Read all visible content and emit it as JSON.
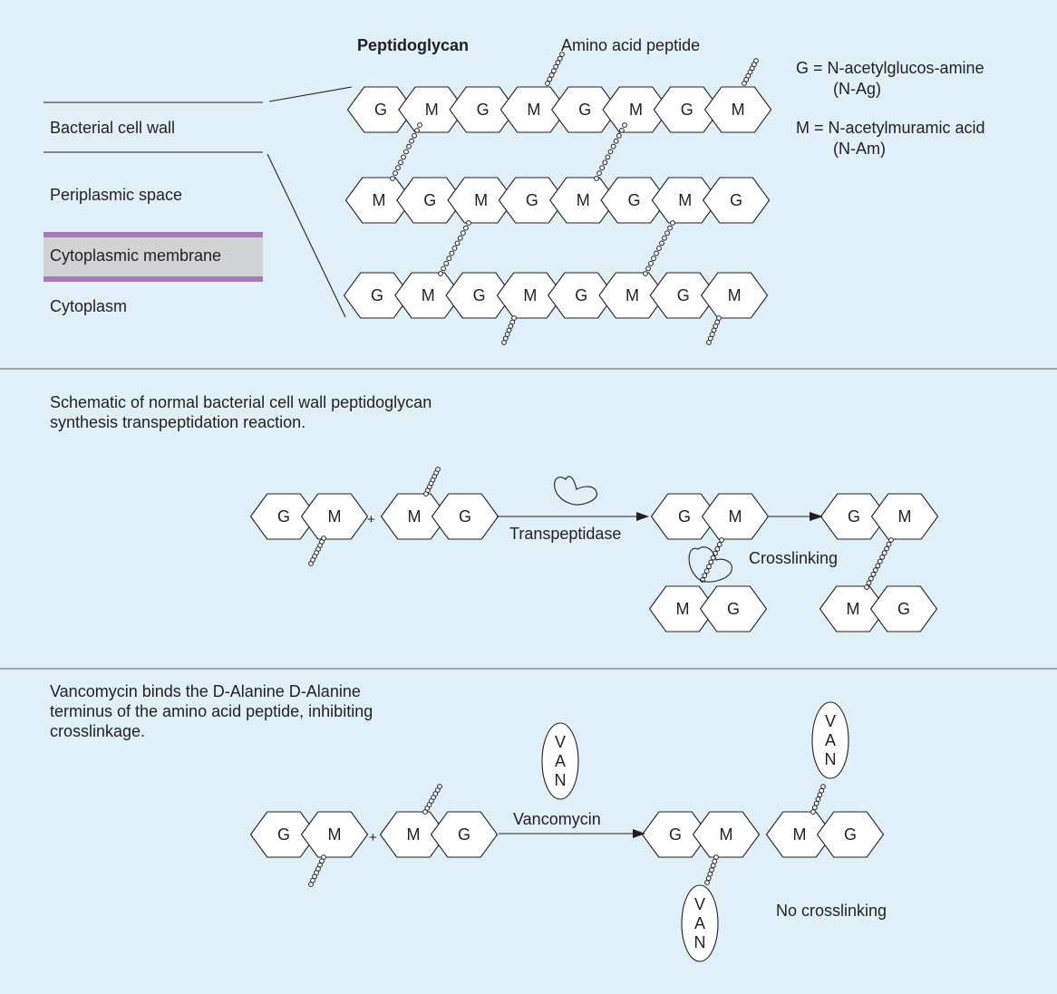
{
  "top_panel": {
    "peptidoglycan_title": "Peptidoglycan",
    "amino_acid_label": "Amino acid peptide",
    "g_definition": "G = N-acetylglucos-amine",
    "g_abbrev": "(N-Ag)",
    "m_definition": "M = N-acetylmuramic acid",
    "m_abbrev": "(N-Am)",
    "layers": {
      "cell_wall": "Bacterial cell wall",
      "periplasmic": "Periplasmic space",
      "membrane": "Cytoplasmic membrane",
      "cytoplasm": "Cytoplasm"
    },
    "chains": [
      [
        "G",
        "M",
        "G",
        "M",
        "G",
        "M",
        "G",
        "M"
      ],
      [
        "M",
        "G",
        "M",
        "G",
        "M",
        "G",
        "M",
        "G"
      ],
      [
        "G",
        "M",
        "G",
        "M",
        "G",
        "M",
        "G",
        "M"
      ]
    ]
  },
  "middle_panel": {
    "caption_line1": "Schematic of normal bacterial cell wall peptidoglycan",
    "caption_line2": "synthesis transpeptidation reaction.",
    "plus": "+",
    "enzyme_label": "Transpeptidase",
    "crosslinking_label": "Crosslinking",
    "units": {
      "g": "G",
      "m": "M"
    }
  },
  "bottom_panel": {
    "caption_line1": "Vancomycin binds the D-Alanine D-Alanine",
    "caption_line2": "terminus of the amino acid peptide, inhibiting",
    "caption_line3": "crosslinkage.",
    "plus": "+",
    "drug_label": "Vancomycin",
    "van_letters": [
      "V",
      "A",
      "N"
    ],
    "no_crosslinking_label": "No crosslinking",
    "units": {
      "g": "G",
      "m": "M"
    }
  },
  "colors": {
    "background": "#dff0f8",
    "membrane_fill": "#d1d3d4",
    "membrane_edge": "#a77bb8",
    "stroke": "#231f20",
    "separator": "#7a7a7a"
  }
}
